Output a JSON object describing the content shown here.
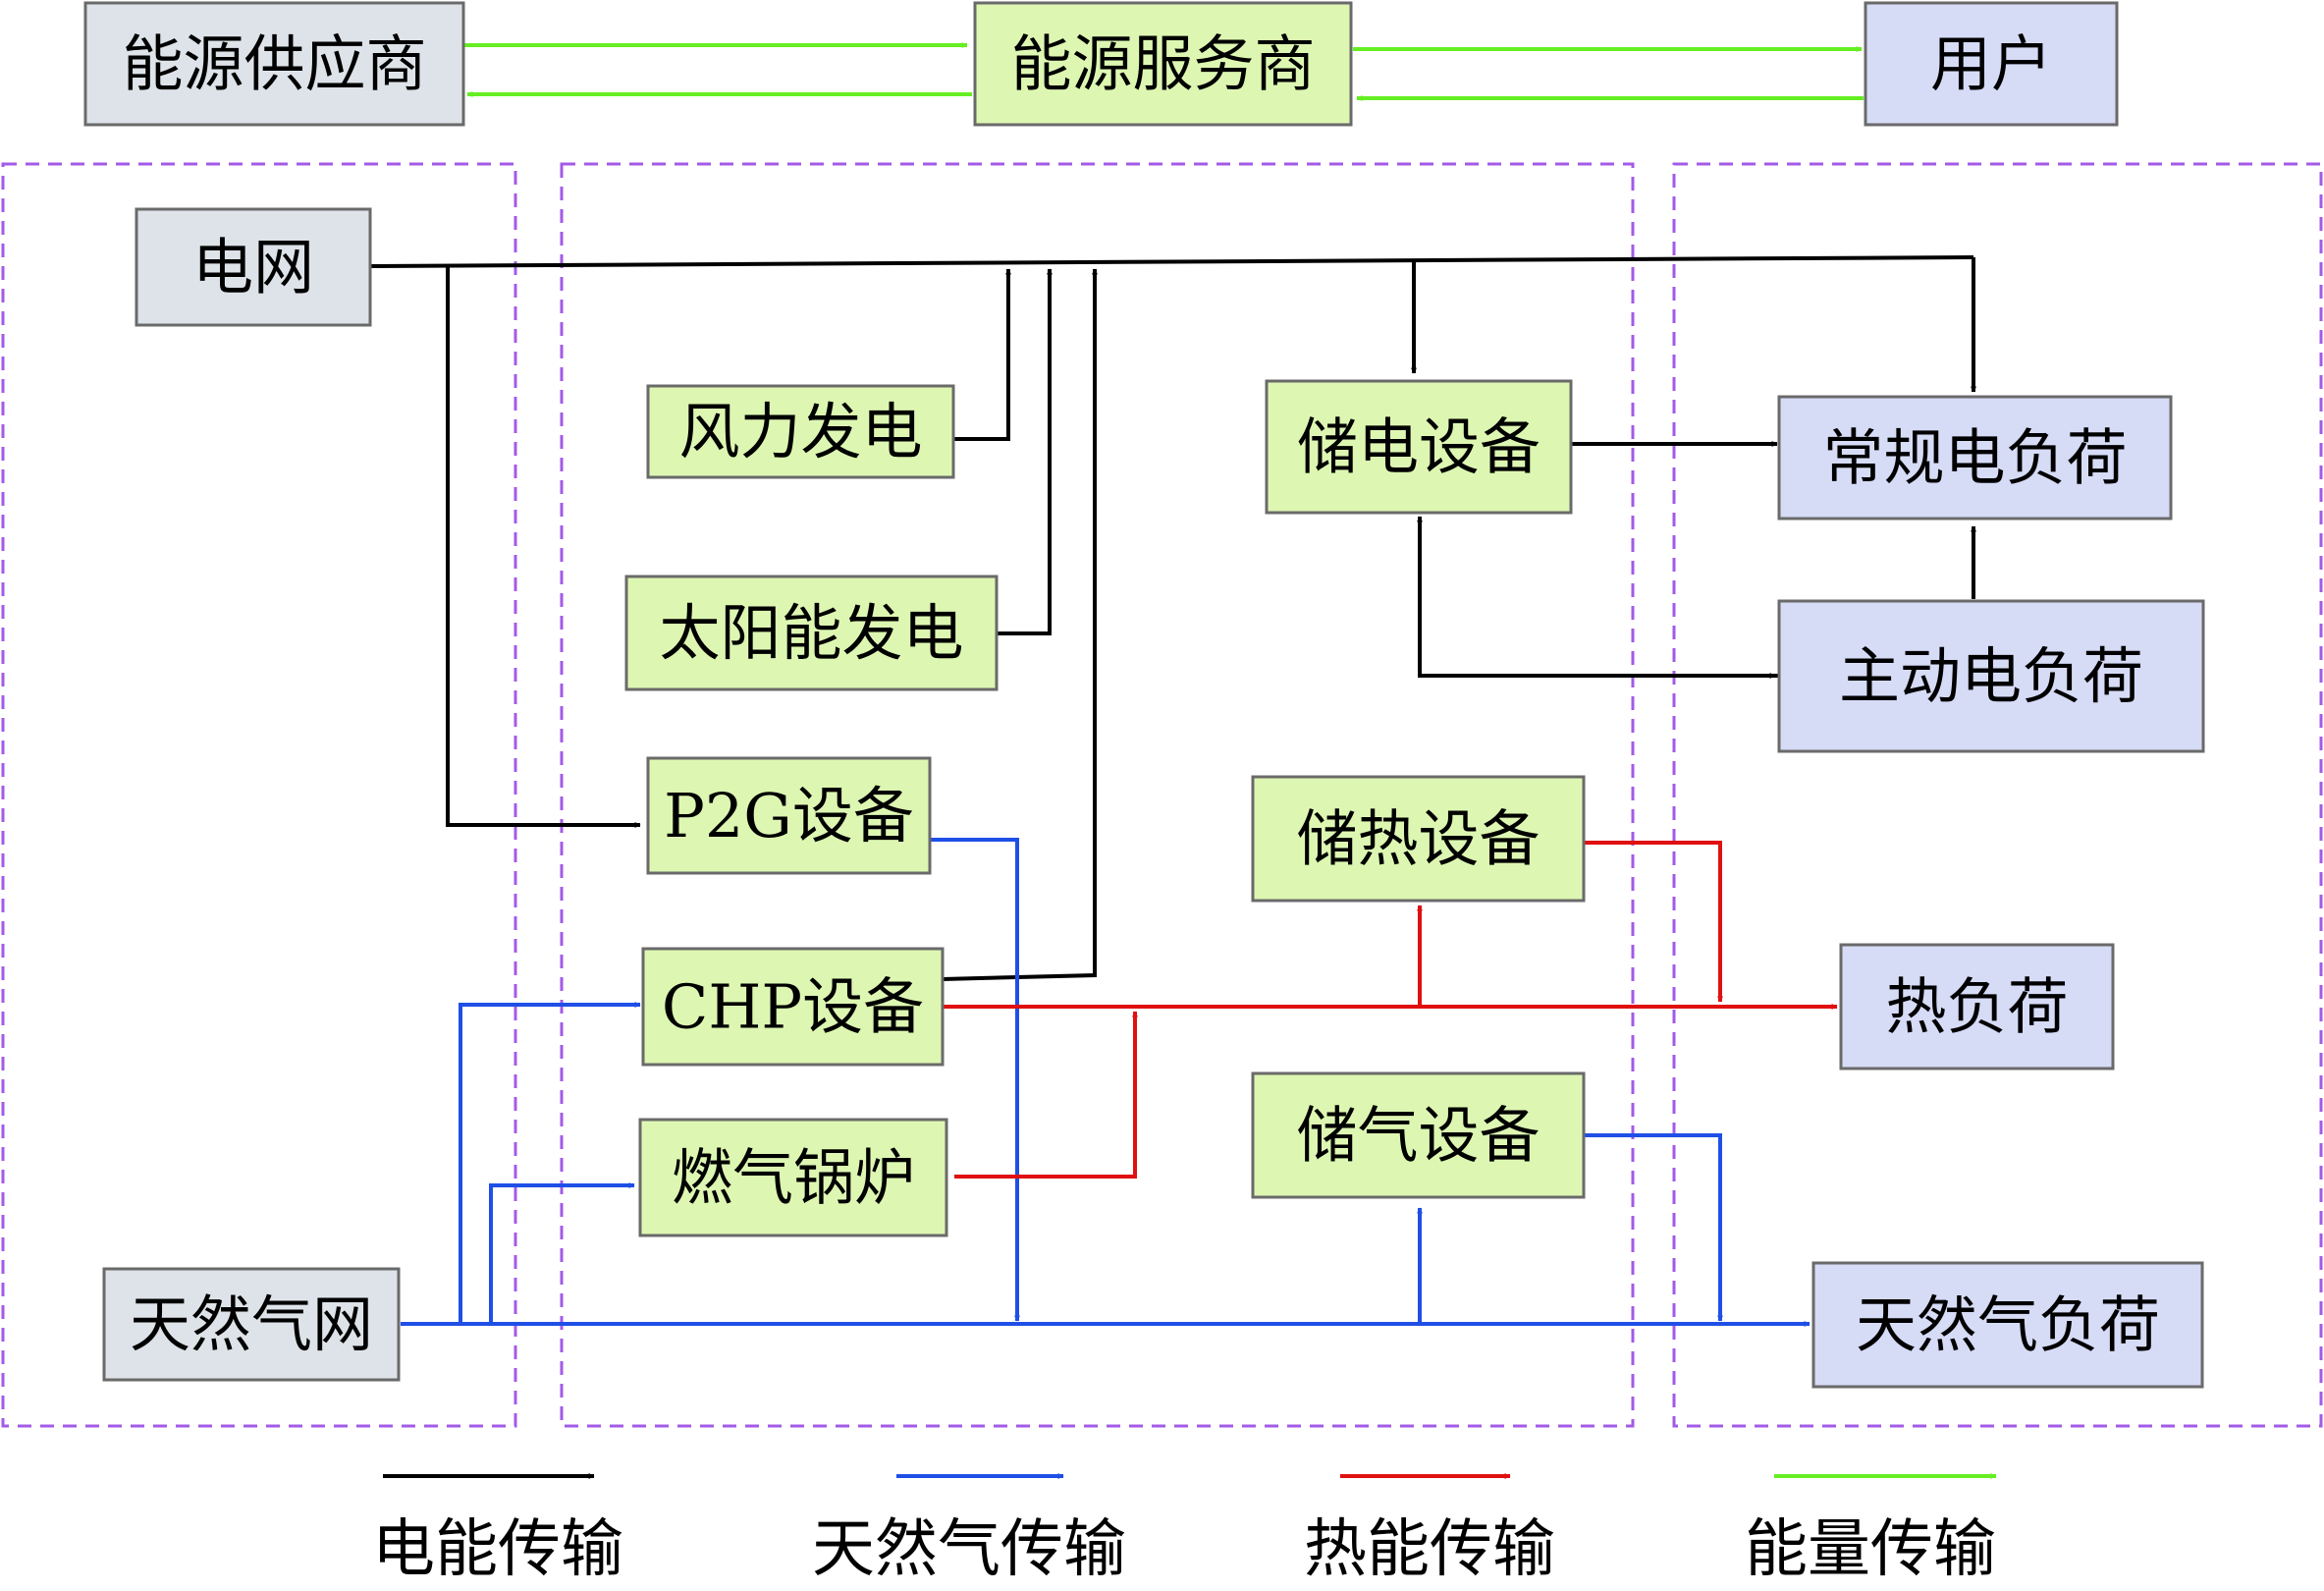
{
  "diagram": {
    "nodes": {
      "energy_supplier": "能源供应商",
      "energy_service_provider": "能源服务商",
      "user": "用户",
      "power_grid": "电网",
      "gas_grid": "天然气网",
      "wind_power": "风力发电",
      "solar_power": "太阳能发电",
      "p2g_device": "P2G设备",
      "chp_device": "CHP设备",
      "gas_boiler": "燃气锅炉",
      "electric_storage": "储电设备",
      "heat_storage": "储热设备",
      "gas_storage": "储气设备",
      "regular_electric_load": "常规电负荷",
      "active_electric_load": "主动电负荷",
      "heat_load": "热负荷",
      "gas_load": "天然气负荷"
    },
    "legend": {
      "electric": "电能传输",
      "gas": "天然气传输",
      "heat": "热能传输",
      "energy": "能量传输"
    },
    "colors": {
      "electric": "#000000",
      "gas": "#1f4fe6",
      "heat": "#e01010",
      "energy": "#66ee22",
      "region_border": "#a35ae8",
      "supply_fill": "#dde3e8",
      "device_fill": "#ddf7b2",
      "load_fill": "#d6dbf6",
      "node_border": "#6a6a6a"
    }
  }
}
